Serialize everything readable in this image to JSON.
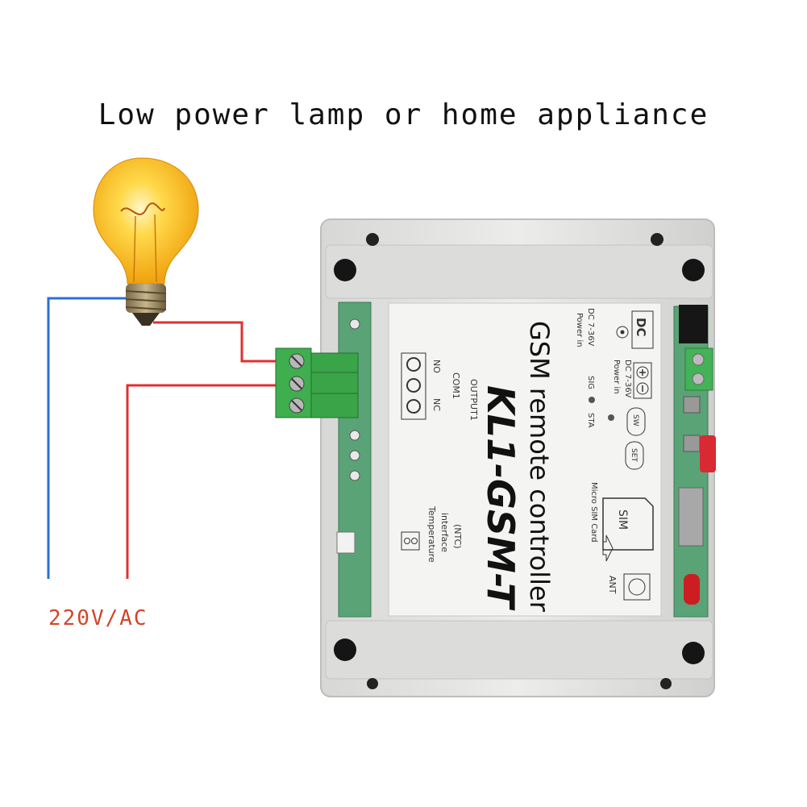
{
  "headline": "Low power lamp or home appliance",
  "voltage_label": "220V/AC",
  "device": {
    "model": "KL1-GSM-T",
    "subtitle": "GSM remote controller",
    "output_group": "OUTPUT1",
    "com_label": "COM1",
    "nc_label": "NC",
    "no_label": "NO",
    "temperature_lines": [
      "Temperature",
      "interface",
      "(NTC)"
    ],
    "sim_slot_label": "Micro SIM Card",
    "sim_label": "SIM",
    "ant_label": "ANT",
    "sta_label": "STA",
    "sig_label": "SIG",
    "set_label": "SET",
    "sw_label": "SW",
    "power_lines_1": [
      "Power in",
      "DC 7-36V"
    ],
    "power_lines_2": [
      "Power in",
      "DC 7-36V"
    ],
    "dc_label": "DC"
  },
  "colors": {
    "neutral_wire": "#2a6fd6",
    "live_wire": "#e03030",
    "enclosure": "#e6e6e4",
    "terminal_block": "#3fae4e",
    "bulb": "#f7c21f"
  }
}
